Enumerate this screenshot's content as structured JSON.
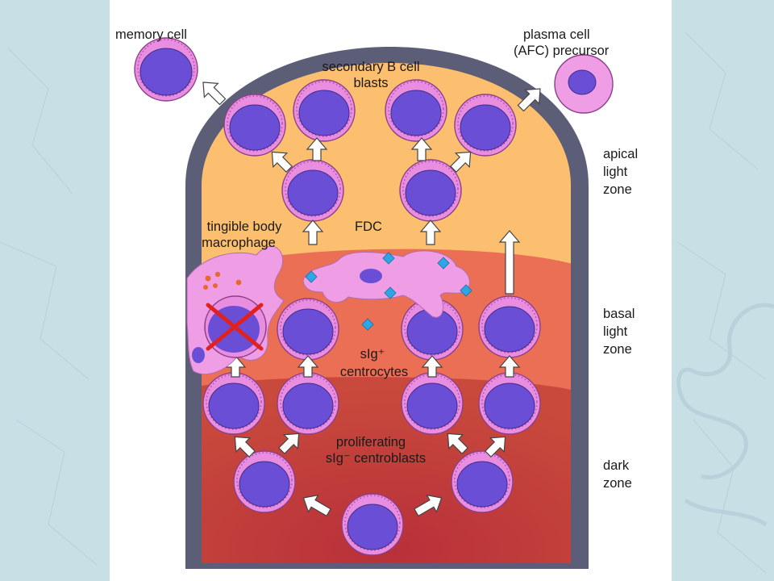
{
  "colors": {
    "background": "#c9dfe6",
    "panel": "#ffffff",
    "wall": "#5c5d77",
    "apical_zone": "#fbbf6f",
    "basal_zone": "#ea6f54",
    "dark_zone": "#b4303b",
    "cell_membrane": "#e98de0",
    "cell_nucleus": "#6a4fd6",
    "cross_mark": "#e0211e",
    "fdc_marker": "#2ba6e6"
  },
  "labels": {
    "memory_cell": "memory cell",
    "plasma_cell_line1": "plasma cell",
    "plasma_cell_line2": "(AFC) precursor",
    "secondary_blasts_line1": "secondary B cell",
    "secondary_blasts_line2": "blasts",
    "apical_line1": "apical",
    "apical_line2": "light",
    "apical_line3": "zone",
    "tbm_line1": "tingible body",
    "tbm_line2": "macrophage",
    "fdc": "FDC",
    "basal_line1": "basal",
    "basal_line2": "light",
    "basal_line3": "zone",
    "centrocytes_line1": "sIg⁺",
    "centrocytes_line2": "centrocytes",
    "centroblasts_line1": "proliferating",
    "centroblasts_line2": "sIg⁻ centroblasts",
    "dark_line1": "dark",
    "dark_line2": "zone"
  }
}
